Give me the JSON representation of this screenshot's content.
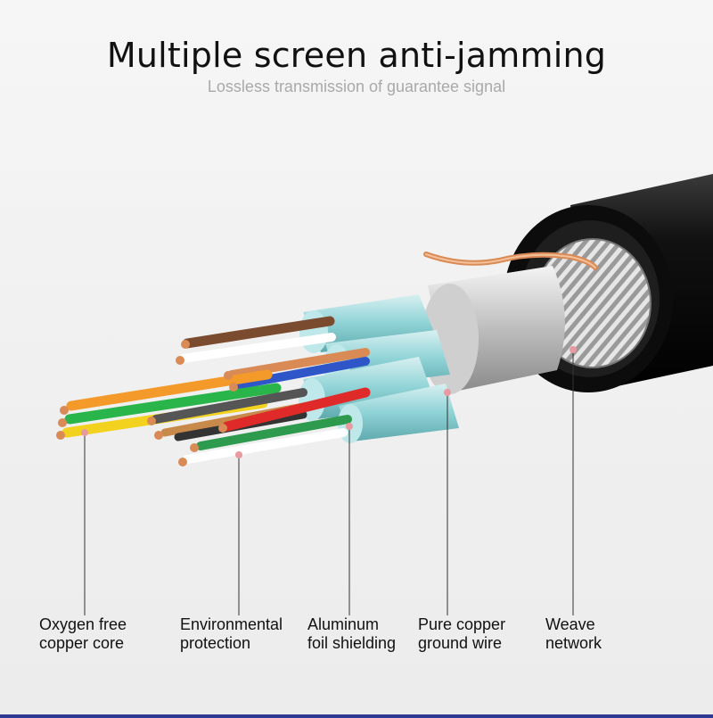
{
  "header": {
    "title": "Multiple screen anti-jamming",
    "subtitle": "Lossless transmission of guarantee signal"
  },
  "callouts": [
    {
      "line1": "Oxygen free",
      "line2": "copper core"
    },
    {
      "line1": "Environmental",
      "line2": "protection"
    },
    {
      "line1": "Aluminum",
      "line2": "foil shielding"
    },
    {
      "line1": "Pure copper",
      "line2": "ground wire"
    },
    {
      "line1": "Weave",
      "line2": "network"
    }
  ],
  "colors": {
    "jacket": "#1a1a1a",
    "braid": "#c9c9c9",
    "foil": "#8fd3d6",
    "copper": "#d98a55",
    "leader_dot": "#e89aa0",
    "accent_bar": "#2e3a8f"
  }
}
